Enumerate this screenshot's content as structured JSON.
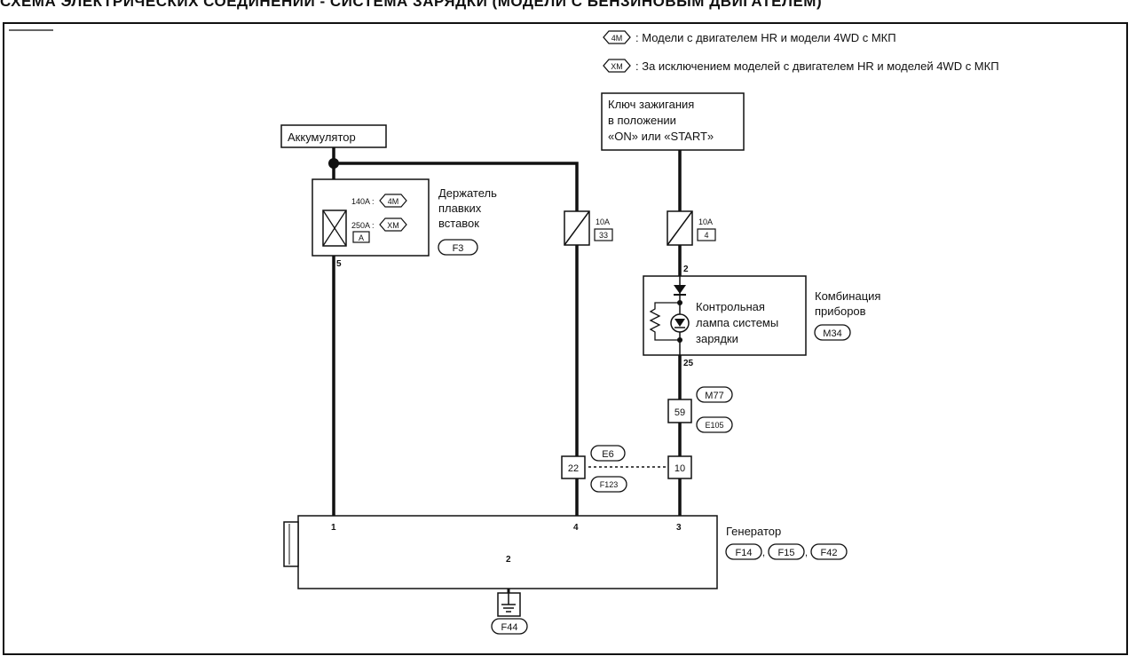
{
  "header": {
    "title": "СХЕМА ЭЛЕКТРИЧЕСКИХ СОЕДИНЕНИЙ - СИСТЕМА ЗАРЯДКИ (МОДЕЛИ С БЕНЗИНОВЫМ ДВИГАТЕЛЕМ)"
  },
  "legend": {
    "items": [
      {
        "code": "4M",
        "text": ": Модели с двигателем HR и модели 4WD с МКП"
      },
      {
        "code": "XM",
        "text": ": За исключением моделей с двигателем HR и моделей 4WD с МКП"
      }
    ]
  },
  "battery": {
    "label": "Аккумулятор"
  },
  "ignition": {
    "lines": [
      "Ключ зажигания",
      "в положении",
      "«ON» или «START»"
    ]
  },
  "fusible_link": {
    "label_lines": [
      "Держатель",
      "плавких",
      "вставок"
    ],
    "connector": "F3",
    "rating_1": "140A :",
    "code_1": "4M",
    "rating_2": "250A :",
    "code_2": "XM",
    "letter": "A",
    "pin_out": "5"
  },
  "fuse_33": {
    "rating": "10A",
    "number": "33"
  },
  "fuse_4": {
    "rating": "10A",
    "number": "4"
  },
  "combination_meter": {
    "label_lines": [
      "Комбинация",
      "приборов"
    ],
    "connector": "M34",
    "lamp_lines": [
      "Контрольная",
      "лампа системы",
      "зарядки"
    ],
    "pin_in": "2",
    "pin_out": "25"
  },
  "connector_59": {
    "pin": "59",
    "top": "M77",
    "bottom": "E105"
  },
  "connector_e6": {
    "pin_left": "22",
    "pin_right": "10",
    "top": "E6",
    "bottom": "F123"
  },
  "alternator": {
    "label": "Генератор",
    "connectors": [
      "F14",
      "F15",
      "F42"
    ],
    "separator": ",",
    "pins": {
      "b": "1",
      "s": "4",
      "l": "3",
      "e": "2"
    }
  },
  "ground": {
    "connector": "F44"
  }
}
